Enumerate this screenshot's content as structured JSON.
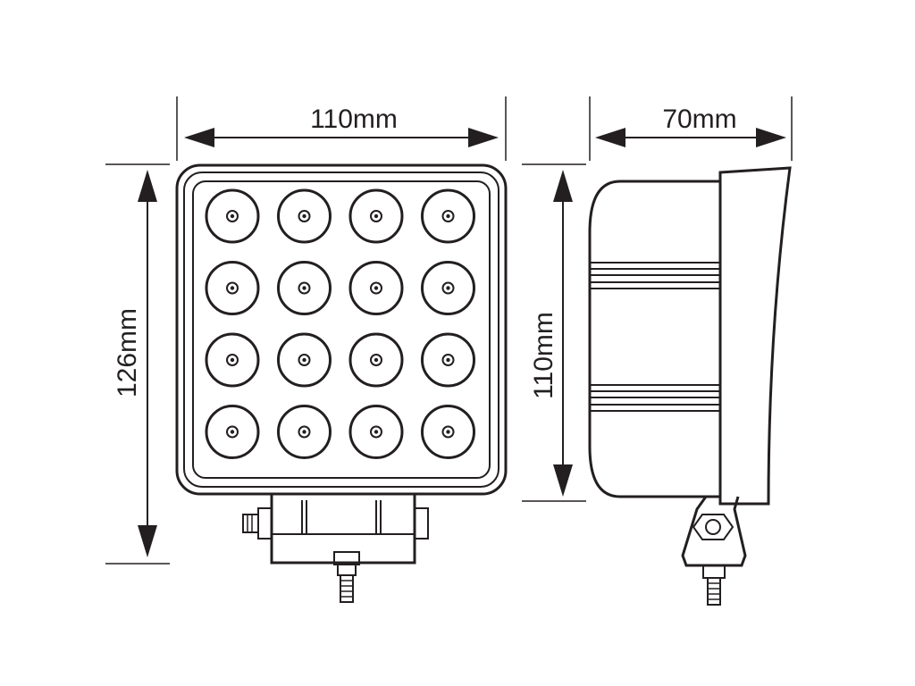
{
  "dimensions": {
    "front_width": "110mm",
    "front_height": "126mm",
    "side_depth": "70mm",
    "side_height": "110mm"
  },
  "front_view": {
    "led_rows": 4,
    "led_columns": 4
  },
  "colors": {
    "line": "#231f20",
    "background": "#ffffff"
  }
}
